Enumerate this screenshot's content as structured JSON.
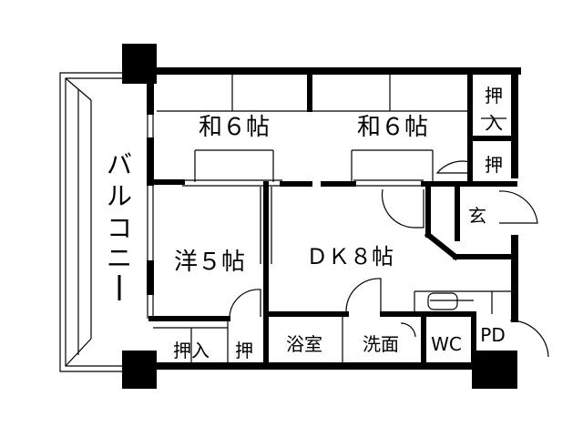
{
  "rooms": {
    "washitsu_left": "和６帖",
    "washitsu_right": "和６帖",
    "youshitsu": "洋５帖",
    "dk": "ＤＫ８帖",
    "bath": "浴室",
    "washroom": "洗面",
    "wc": "WC",
    "pd": "PD",
    "entrance": "玄",
    "balcony": [
      "バ",
      "ル",
      "コ",
      "ニ",
      "ー"
    ]
  },
  "closets": {
    "oshiire_top": [
      "押",
      "入"
    ],
    "oshi_top_small": "押",
    "oshiire_bottom": "押入",
    "oshi_bottom_small": "押"
  },
  "colors": {
    "wall": "#000000",
    "background": "#ffffff"
  }
}
